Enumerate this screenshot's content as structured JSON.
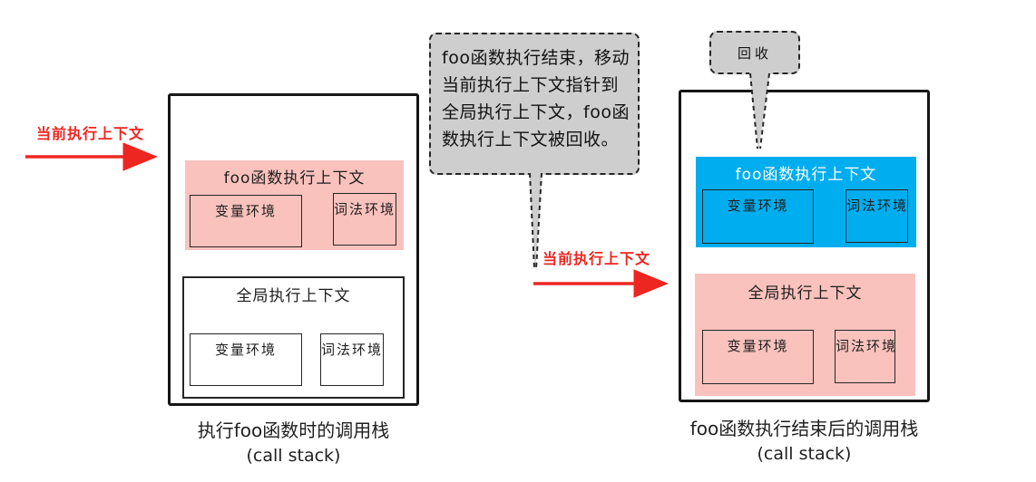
{
  "colors": {
    "pink": "#fac2bd",
    "blue": "#00adee",
    "gray": "#cecece",
    "red": "#ee2621"
  },
  "annotations": {
    "left_context": "当前执行上下文",
    "middle_context": "当前执行上下文",
    "recycle": "回收"
  },
  "bubble": {
    "lines": [
      "foo函数执行结束，移动",
      "当前执行上下文指针到",
      "全局执行上下文，foo函",
      "数执行上下文被回收。"
    ]
  },
  "left_stack": {
    "frames": [
      {
        "title": "foo函数执行上下文",
        "envs": [
          "变量环境",
          "词法环境"
        ]
      },
      {
        "title": "全局执行上下文",
        "envs": [
          "变量环境",
          "词法环境"
        ]
      }
    ],
    "caption": [
      "执行foo函数时的调用栈",
      "(call stack)"
    ]
  },
  "right_stack": {
    "frames": [
      {
        "title": "foo函数执行上下文",
        "envs": [
          "变量环境",
          "词法环境"
        ]
      },
      {
        "title": "全局执行上下文",
        "envs": [
          "变量环境",
          "词法环境"
        ]
      }
    ],
    "caption": [
      "foo函数执行结束后的调用栈",
      "(call stack)"
    ]
  }
}
